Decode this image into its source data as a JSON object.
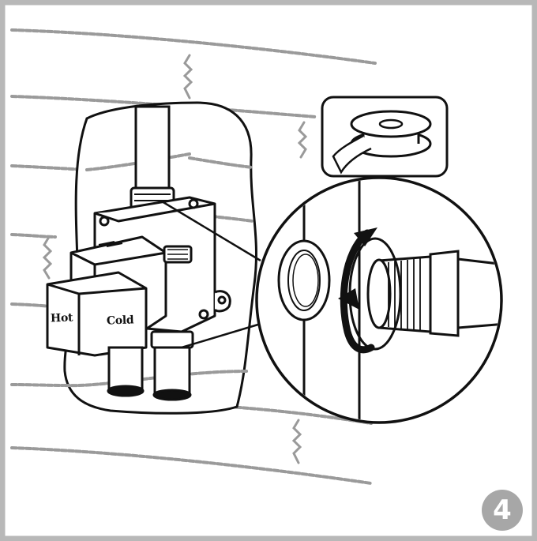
{
  "diagram": {
    "labels": {
      "hot": "Hot",
      "cold": "Cold"
    },
    "step_number": "4",
    "colors": {
      "frame": "#b8b8b8",
      "brick_lines": "#9a9a9a",
      "ink": "#111111",
      "badge": "#a7a7a7",
      "background": "#ffffff"
    },
    "icons": [
      "thread-tape-icon",
      "rotate-arrow-icon"
    ]
  }
}
